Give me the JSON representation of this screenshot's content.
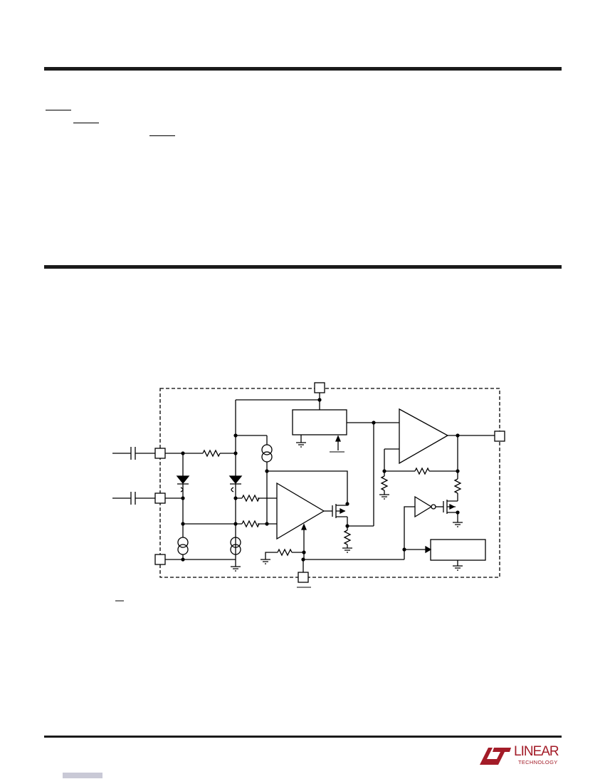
{
  "page": {
    "background": "#ffffff"
  },
  "logo": {
    "brand": "LINEAR",
    "subtitle": "TECHNOLOGY",
    "color": "#a31c28",
    "icon": "lt-mark-icon"
  },
  "schematic": {
    "line_color": "#000000",
    "components": [
      "capacitor",
      "resistor",
      "diode",
      "current-source",
      "op-amp",
      "comparator",
      "mosfet",
      "inverter",
      "block",
      "pin",
      "ground"
    ]
  }
}
